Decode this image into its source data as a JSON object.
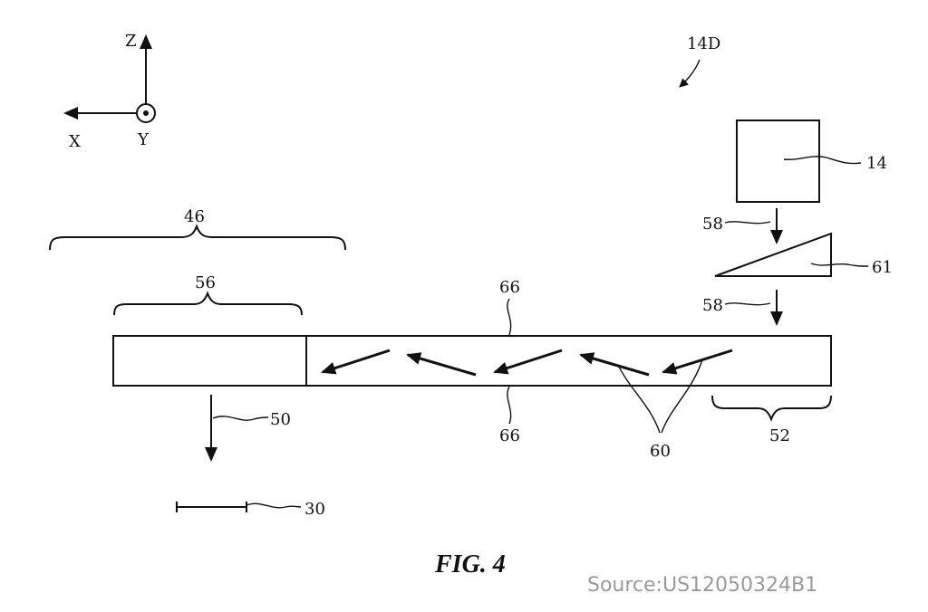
{
  "axes": {
    "z": "Z",
    "x": "X",
    "y": "Y"
  },
  "labels": {
    "ref_14d": "14D",
    "ref_14": "14",
    "ref_58_top": "58",
    "ref_61": "61",
    "ref_58_bottom": "58",
    "ref_46": "46",
    "ref_56": "56",
    "ref_66_top": "66",
    "ref_66_bottom": "66",
    "ref_60": "60",
    "ref_52": "52",
    "ref_50": "50",
    "ref_30": "30"
  },
  "caption": "FIG. 4",
  "source": "Source:US12050324B1"
}
